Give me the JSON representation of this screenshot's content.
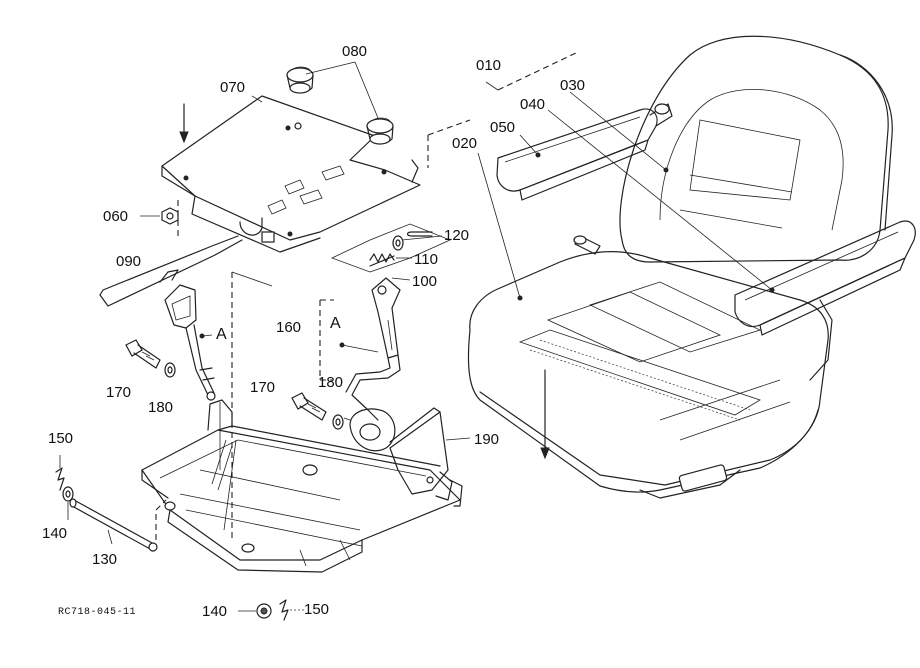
{
  "parts": {
    "p010": "010",
    "p020": "020",
    "p030": "030",
    "p040": "040",
    "p050": "050",
    "p060": "060",
    "p070": "070",
    "p080": "080",
    "p090": "090",
    "p100": "100",
    "p110": "110",
    "p120": "120",
    "p130": "130",
    "p140": "140",
    "p140b": "140",
    "p150": "150",
    "p150b": "150",
    "p160": "160",
    "p170": "170",
    "p170b": "170",
    "p180": "180",
    "p180b": "180",
    "p190": "190"
  },
  "refs": {
    "a1": "A",
    "a2": "A"
  },
  "drawing_code": "RC718-045-11",
  "colors": {
    "line": "#222222",
    "background": "#ffffff"
  }
}
